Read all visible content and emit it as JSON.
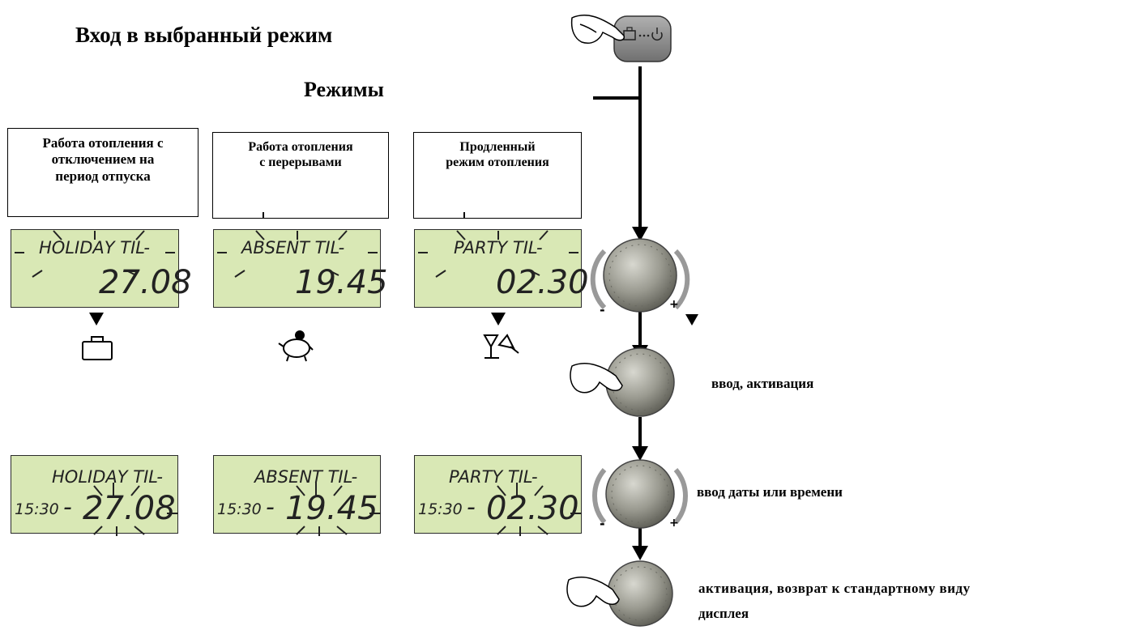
{
  "header": {
    "title": "Вход в выбранный режим",
    "modes_label": "Режимы"
  },
  "modes": [
    {
      "description": "Работа отопления с отключением на период отпуска",
      "line1": "Работа отопления с",
      "line2": "отключением на",
      "line3": "период отпуска",
      "lcd_label": "HOLIDAY TIL-",
      "lcd_value": "27.08",
      "set_time": "15:30",
      "set_dash": "-",
      "set_value": "27.08",
      "icon": "suitcase-icon"
    },
    {
      "description": "Работа отопления с перерывами",
      "line1": "Работа отопления",
      "line2": "с перерывами",
      "line3": "",
      "lcd_label": "ABSENT TIL-",
      "lcd_value": "19.45",
      "set_time": "15:30",
      "set_dash": "-",
      "set_value": "19.45",
      "icon": "piggy-bank-icon"
    },
    {
      "description": "Продленный режим отопления",
      "line1": "Продленный",
      "line2": "режим отопления",
      "line3": "",
      "lcd_label": "PARTY TIL-",
      "lcd_value": "02.30",
      "set_time": "15:30",
      "set_dash": "-",
      "set_value": "02.30",
      "icon": "cocktail-glasses-icon"
    }
  ],
  "steps": {
    "press_enter": "ввод, активация",
    "enter_date": "ввод даты или времени",
    "activate_return": "активация, возврат к стандартному виду дисплея",
    "activate_return_l1": "активация, возврат к стандартному виду",
    "activate_return_l2": "дисплея"
  },
  "knob": {
    "minus": "-",
    "plus": "+"
  },
  "colors": {
    "lcd": "#d9e8b5",
    "knob": "#9a9a90",
    "button": "#8e8e8e"
  }
}
